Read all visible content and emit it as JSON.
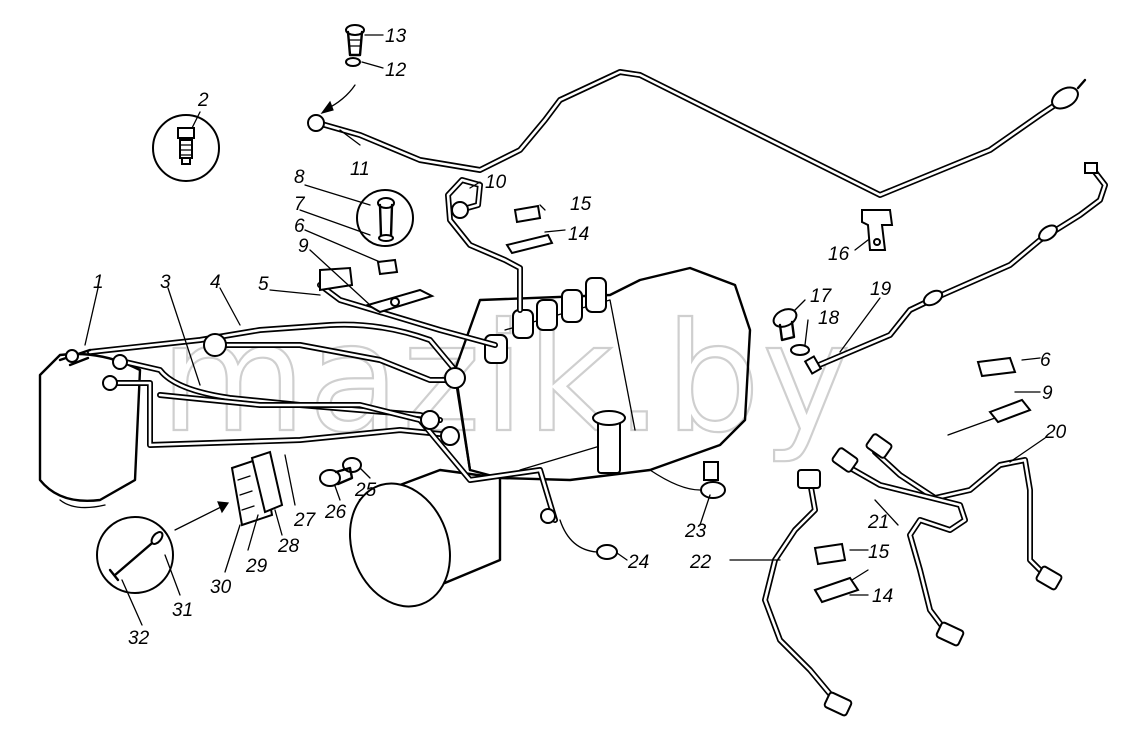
{
  "labels": [
    "1",
    "2",
    "3",
    "4",
    "5",
    "6",
    "7",
    "8",
    "9",
    "10",
    "11",
    "12",
    "13",
    "14",
    "15",
    "16",
    "17",
    "18",
    "19",
    "20",
    "21",
    "22",
    "23",
    "24",
    "25",
    "26",
    "27",
    "28",
    "29",
    "30",
    "31",
    "32"
  ],
  "extra_labels": {
    "lbl_15b": "15",
    "lbl_14b": "14",
    "lbl_6b": "6",
    "lbl_9b": "9"
  },
  "watermark": "mazik.by"
}
